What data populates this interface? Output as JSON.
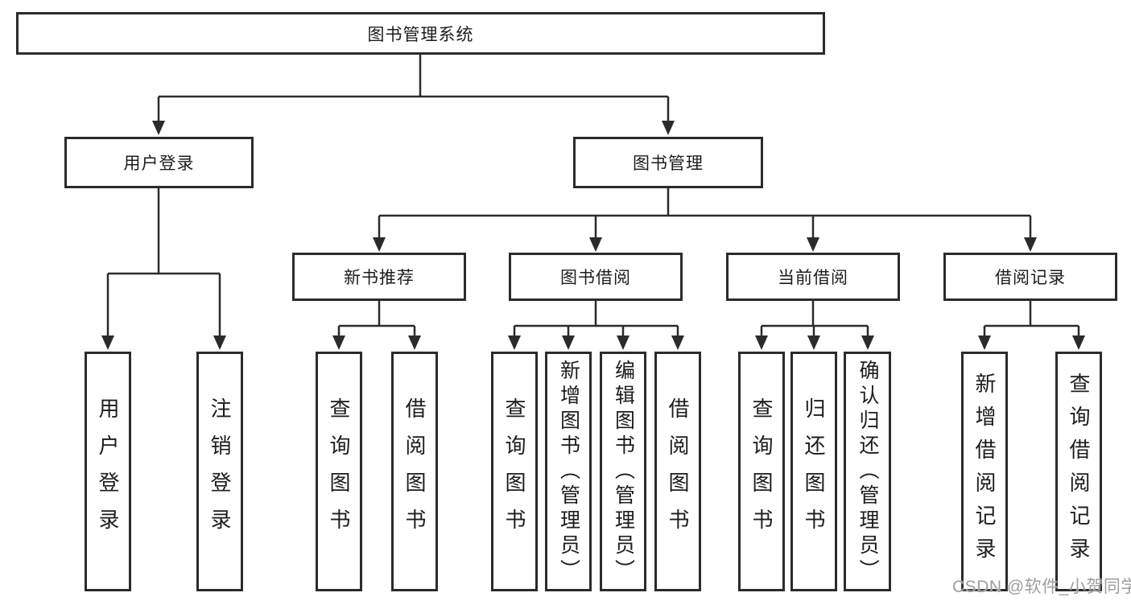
{
  "diagram": {
    "type": "hierarchy-tree",
    "colors": {
      "background": "#ffffff",
      "line": "#2b2b2b",
      "box_border": "#2b2b2b",
      "box_fill": "#ffffff",
      "text": "#1c1c1c",
      "watermark": "#9e9e9e"
    },
    "nodes": {
      "root": {
        "label": "图书管理系统"
      },
      "level2": [
        {
          "label": "用户登录"
        },
        {
          "label": "图书管理"
        }
      ],
      "level3": [
        {
          "label": "新书推荐",
          "parent": "图书管理"
        },
        {
          "label": "图书借阅",
          "parent": "图书管理"
        },
        {
          "label": "当前借阅",
          "parent": "图书管理"
        },
        {
          "label": "借阅记录",
          "parent": "图书管理"
        }
      ],
      "leaves": [
        {
          "label": "用户登录",
          "parent": "用户登录"
        },
        {
          "label": "注销登录",
          "parent": "用户登录"
        },
        {
          "label": "查询图书",
          "parent": "新书推荐"
        },
        {
          "label": "借阅图书",
          "parent": "新书推荐"
        },
        {
          "label": "查询图书",
          "parent": "图书借阅"
        },
        {
          "label": "新增图书（管理员）",
          "parent": "图书借阅"
        },
        {
          "label": "编辑图书（管理员）",
          "parent": "图书借阅"
        },
        {
          "label": "借阅图书",
          "parent": "图书借阅"
        },
        {
          "label": "查询图书",
          "parent": "当前借阅"
        },
        {
          "label": "归还图书",
          "parent": "当前借阅"
        },
        {
          "label": "确认归还（管理员）",
          "parent": "当前借阅"
        },
        {
          "label": "新增借阅记录",
          "parent": "借阅记录"
        },
        {
          "label": "查询借阅记录",
          "parent": "借阅记录"
        }
      ]
    },
    "watermark": "CSDN @软件_小贺同学"
  }
}
